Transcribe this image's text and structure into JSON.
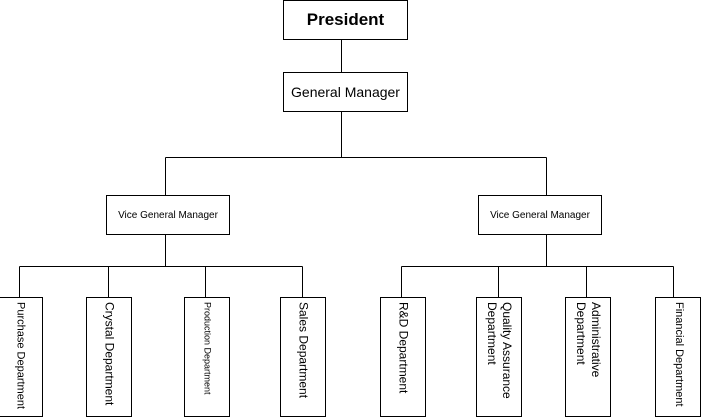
{
  "chart": {
    "president": "President",
    "general_manager": "General Manager",
    "vice_general_managers": [
      "Vice General Manager",
      "Vice General Manager"
    ],
    "departments_left": [
      "Purchase Department",
      "Crystal Department",
      "Production Department",
      "Sales Department"
    ],
    "departments_right": [
      "R&D Department",
      "Quality Assurance\nDepartment",
      "Administrative\nDepartment",
      "Financial Department"
    ]
  },
  "colors": {
    "line": "#000000",
    "box_border": "#000000",
    "background": "#ffffff"
  }
}
